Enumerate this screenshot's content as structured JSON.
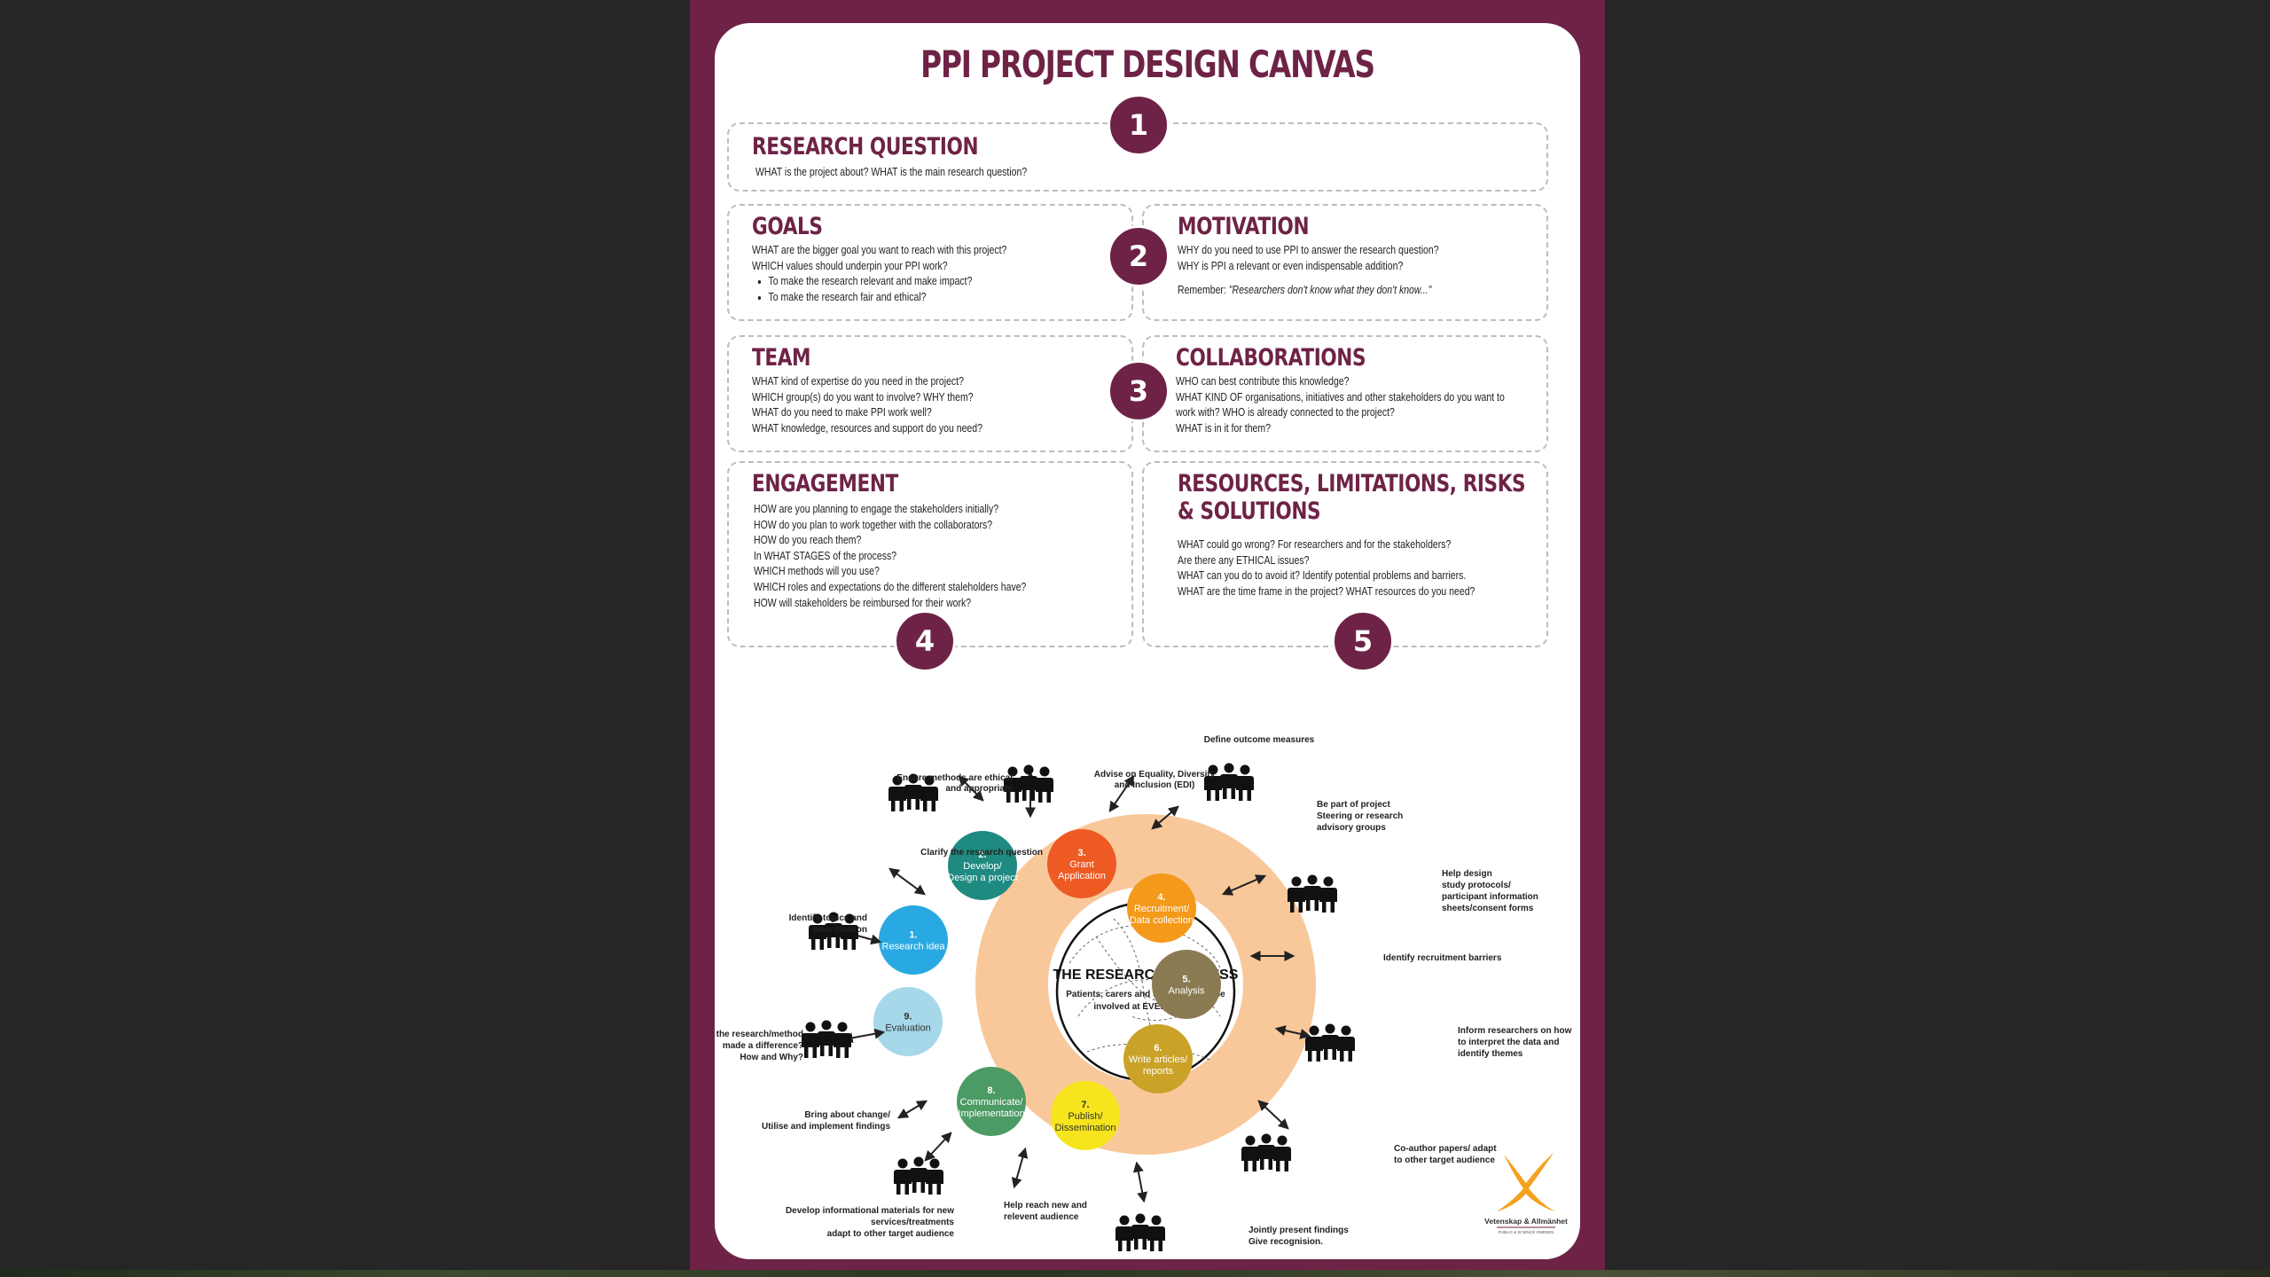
{
  "title": "PPI PROJECT DESIGN CANVAS",
  "numbers": [
    "1",
    "2",
    "3",
    "4",
    "5"
  ],
  "research": {
    "heading": "RESEARCH QUESTION",
    "text": "WHAT is the project about?   WHAT is the main research question?"
  },
  "goals": {
    "heading": "GOALS",
    "lines": [
      "WHAT are the bigger goal you want to reach with this project?",
      "WHICH values should underpin your PPI work?"
    ],
    "bullets": [
      "To make the research relevant and make impact?",
      "To make the research fair and ethical?"
    ]
  },
  "motivation": {
    "heading": "MOTIVATION",
    "lines": [
      "WHY do you need to use PPI to answer the research question?",
      "WHY is PPI a relevant or even indispensable addition?"
    ],
    "remember_label": "Remember:",
    "remember_quote": "\"Researchers don't know what they don't know...\""
  },
  "team": {
    "heading": "TEAM",
    "lines": [
      "WHAT kind of expertise do you need in the project?",
      "WHICH group(s) do you want to involve? WHY them?",
      "WHAT do you need to make PPI work well?",
      "WHAT knowledge, resources and support do you need?"
    ]
  },
  "collaborations": {
    "heading": "COLLABORATIONS",
    "lines": [
      "WHO can best contribute this knowledge?",
      "WHAT KIND OF organisations, initiatives and other stakeholders do you want to",
      "work with? WHO is already connected to the project?",
      "WHAT is in it for them?"
    ]
  },
  "engagement": {
    "heading": "ENGAGEMENT",
    "lines": [
      "HOW are you planning to engage the stakeholders initially?",
      "HOW do you plan to work together with the collaborators?",
      "HOW do you reach them?",
      "In WHAT STAGES of the process?",
      "WHICH methods will you use?",
      "WHICH roles and expectations do the different staleholders have?",
      "HOW will stakeholders be reimbursed for their work?"
    ]
  },
  "resources": {
    "heading_1": "RESOURCES, LIMITATIONS, RISKS",
    "heading_2": "& SOLUTIONS",
    "lines": [
      "WHAT could go wrong? For researchers and for the stakeholders?",
      "Are there any ETHICAL issues?",
      "WHAT can you do to avoid it? Identify potential problems and barriers.",
      "WHAT are the time frame in the project? WHAT resources do you need?"
    ]
  },
  "diagram": {
    "center_title": "THE RESEARCH PROCESS",
    "center_sub_1": "Patients, carers and the public can be",
    "center_sub_2": "involved at EVERY stage",
    "stages": [
      {
        "n": "1.",
        "l1": "Research idea",
        "l2": "",
        "color": "#29a9e1"
      },
      {
        "n": "2.",
        "l1": "Develop/",
        "l2": "Design a project",
        "color": "#1f8a80"
      },
      {
        "n": "3.",
        "l1": "Grant",
        "l2": "Application",
        "color": "#ee5a24"
      },
      {
        "n": "4.",
        "l1": "Recruitment/",
        "l2": "Data collection",
        "color": "#f4991a"
      },
      {
        "n": "5.",
        "l1": "Analysis",
        "l2": "",
        "color": "#8a7a52"
      },
      {
        "n": "6.",
        "l1": "Write articles/",
        "l2": "reports",
        "color": "#c9a227"
      },
      {
        "n": "7.",
        "l1": "Publish/",
        "l2": "Dissemination",
        "color": "#f6e51c"
      },
      {
        "n": "8.",
        "l1": "Communicate/",
        "l2": "Implementation",
        "color": "#4c9a64"
      },
      {
        "n": "9.",
        "l1": "Evaluation",
        "l2": "",
        "color": "#a6d8ea"
      }
    ],
    "captions": {
      "outcome": "Define outcome measures",
      "edi_1": "Advise on Equality, Diversity",
      "edi_2": "and Inclusion (EDI)",
      "ethical_1": "Ensure methods are ethical",
      "ethical_2": "and appropriate",
      "steering_1": "Be part of project",
      "steering_2": "Steering or research",
      "steering_3": "advisory groups",
      "clarify": "Clarify the research question",
      "design_1": "Help design",
      "design_2": "study protocols/",
      "design_3": "participant information",
      "design_4": "sheets/consent forms",
      "topics_1": "Identify topics and",
      "topics_2": "prioritisation",
      "barriers": "Identify recruitment barriers",
      "inform_1": "Inform researchers on how",
      "inform_2": "to interpret the data and",
      "inform_3": "identify themes",
      "difference_1": "Has the research/method",
      "difference_2": "made a difference?",
      "difference_3": "How and Why?",
      "coauthor_1": "Co-author papers/ adapt",
      "coauthor_2": "to other target audience",
      "change_1": "Bring about change/",
      "change_2": "Utilise and implement findings",
      "materials_1": "Develop informational materials for new",
      "materials_2": "services/treatments",
      "materials_3": "adapt to other target audience",
      "reach_1": "Help reach new and",
      "reach_2": "relevent audience",
      "present_1": "Jointly present findings",
      "present_2": "Give recognision."
    }
  },
  "logo": {
    "name": "Vetenskap & Allmänhet",
    "sub": "PUBLIC & SCIENCE SWEDEN"
  },
  "colors": {
    "brand": "#6e2346",
    "ring": "#f8c89a"
  }
}
